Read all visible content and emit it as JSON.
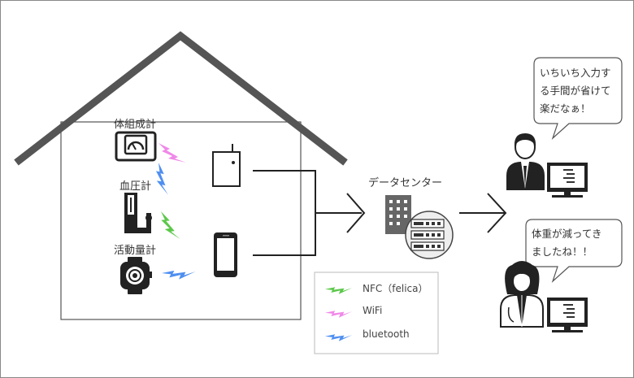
{
  "home": {
    "devices": [
      {
        "label": "体組成計",
        "icon": "body-composition-scale-icon",
        "signal": "wifi"
      },
      {
        "label": "血圧計",
        "icon": "blood-pressure-monitor-icon",
        "signal": "nfc"
      },
      {
        "label": "活動量計",
        "icon": "activity-tracker-icon",
        "signal": "bluetooth"
      }
    ],
    "gateways": [
      "router-icon",
      "smartphone-icon"
    ]
  },
  "data_center": {
    "label": "データセンター"
  },
  "people": [
    {
      "role": "man",
      "bubble": "いちいち入力す\nる手間が省けて\n楽だなぁ！"
    },
    {
      "role": "doctor",
      "bubble": "体重が減ってき\nましたね！！"
    }
  ],
  "legend": [
    {
      "label": "NFC（felica）",
      "color": "#5cc84a"
    },
    {
      "label": "WiFi",
      "color": "#f088e8"
    },
    {
      "label": "bluetooth",
      "color": "#4f8ff0"
    }
  ]
}
